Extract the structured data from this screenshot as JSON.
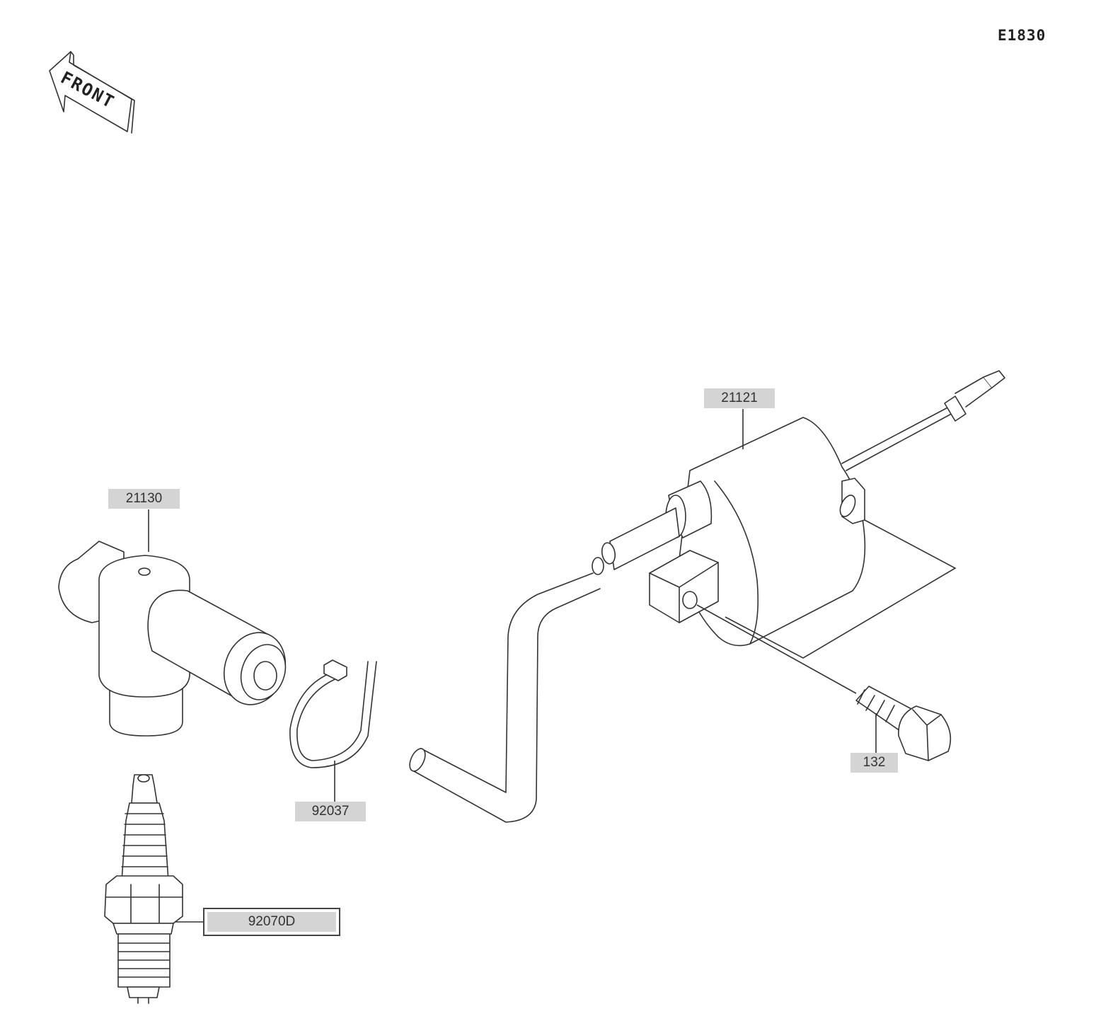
{
  "diagram": {
    "code": "E1830",
    "front_marker": "FRONT",
    "selected_color": "#444444",
    "label_color": "#d4d4d4"
  },
  "parts": [
    {
      "number": "21121",
      "name": "ignition-coil"
    },
    {
      "number": "21130",
      "name": "spark-plug-cap"
    },
    {
      "number": "92037",
      "name": "clamp"
    },
    {
      "number": "132",
      "name": "flange-bolt"
    },
    {
      "number": "92070D",
      "name": "spark-plug",
      "selected": true
    }
  ]
}
